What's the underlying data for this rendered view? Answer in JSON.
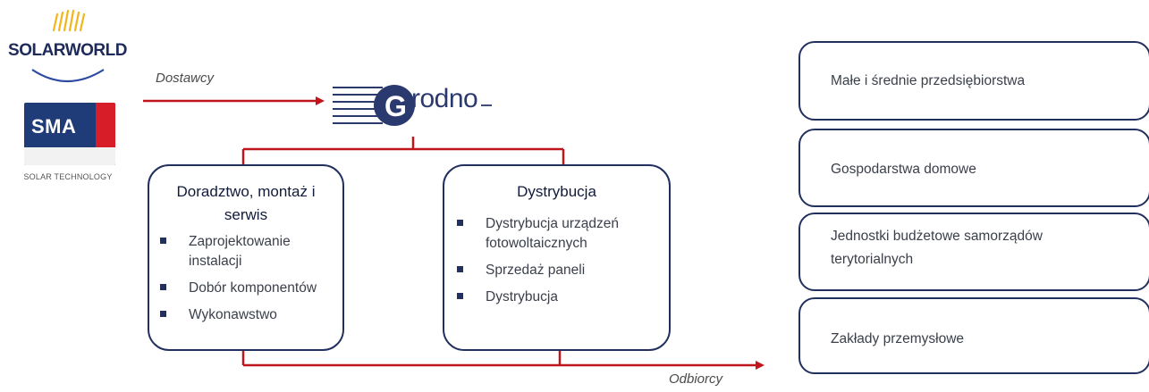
{
  "suppliers": {
    "solarworld": {
      "name": "SOLARWORLD"
    },
    "sma": {
      "name": "SMA",
      "subtitle": "SOLAR TECHNOLOGY"
    }
  },
  "flow": {
    "suppliers_label": "Dostawcy",
    "customers_label": "Odbiorcy"
  },
  "company": {
    "logo_text": "rodno"
  },
  "services": [
    {
      "title": "Doradztwo, montaż i serwis",
      "items": [
        "Zaprojektowanie instalacji",
        "Dobór komponentów",
        "Wykonawstwo"
      ]
    },
    {
      "title": "Dystrybucja",
      "items": [
        "Dystrybucja urządzeń fotowoltaicznych",
        "Sprzedaż paneli",
        "Dystrybucja"
      ]
    }
  ],
  "customers": [
    "Małe i średnie przedsiębiorstwa",
    "Gospodarstwa domowe",
    "Jednostki budżetowe samorządów terytorialnych",
    "Zakłady przemysłowe"
  ],
  "colors": {
    "arrow": "#c0161b",
    "box_border": "#22305f",
    "logo_blue": "#2b3a6e"
  }
}
